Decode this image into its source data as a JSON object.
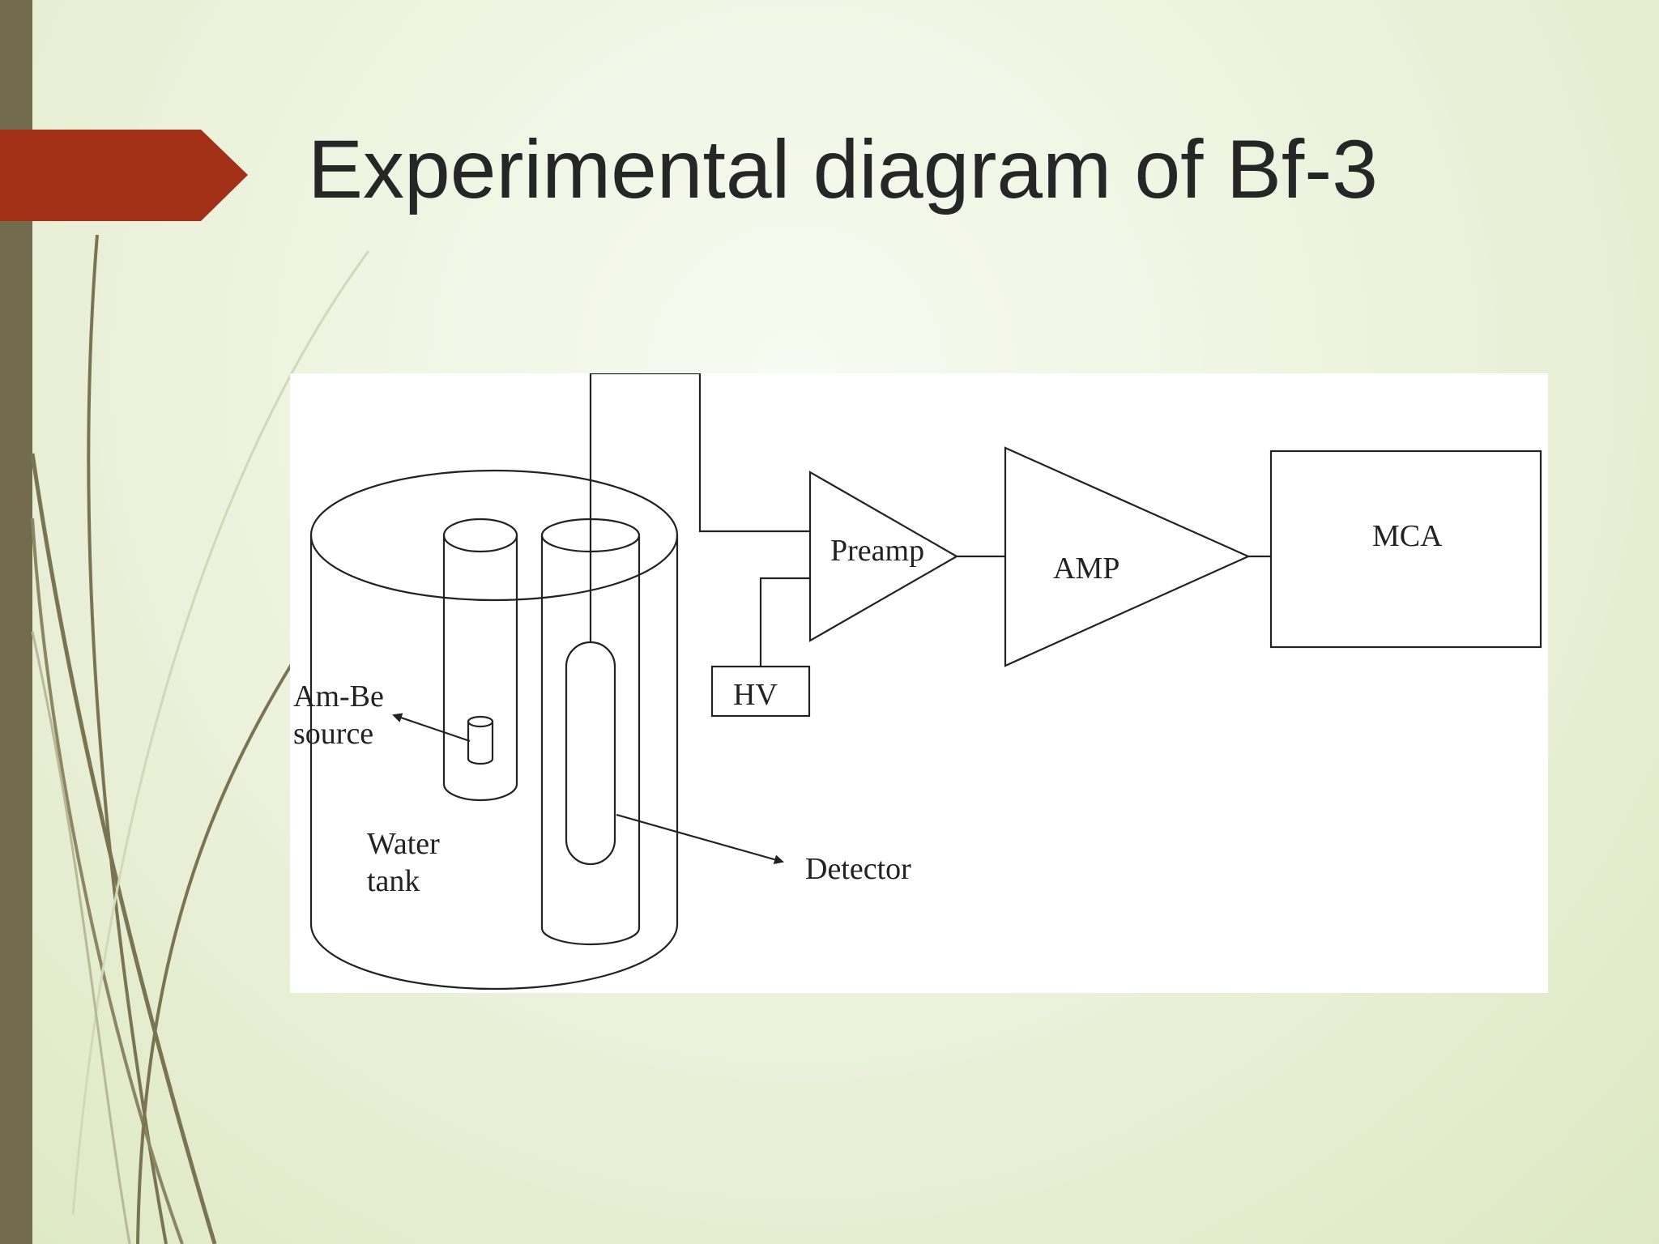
{
  "slide": {
    "title": "Experimental diagram of Bf-3"
  },
  "diagram": {
    "labels": {
      "source": [
        "Am-Be",
        "source"
      ],
      "tank": [
        "Water",
        "tank"
      ],
      "detector": "Detector",
      "hv": "HV",
      "preamp": "Preamp",
      "amp": "AMP",
      "mca": "MCA"
    }
  },
  "colors": {
    "accent": "#a23117",
    "bar": "#736b4e",
    "background": "#eef3df"
  }
}
